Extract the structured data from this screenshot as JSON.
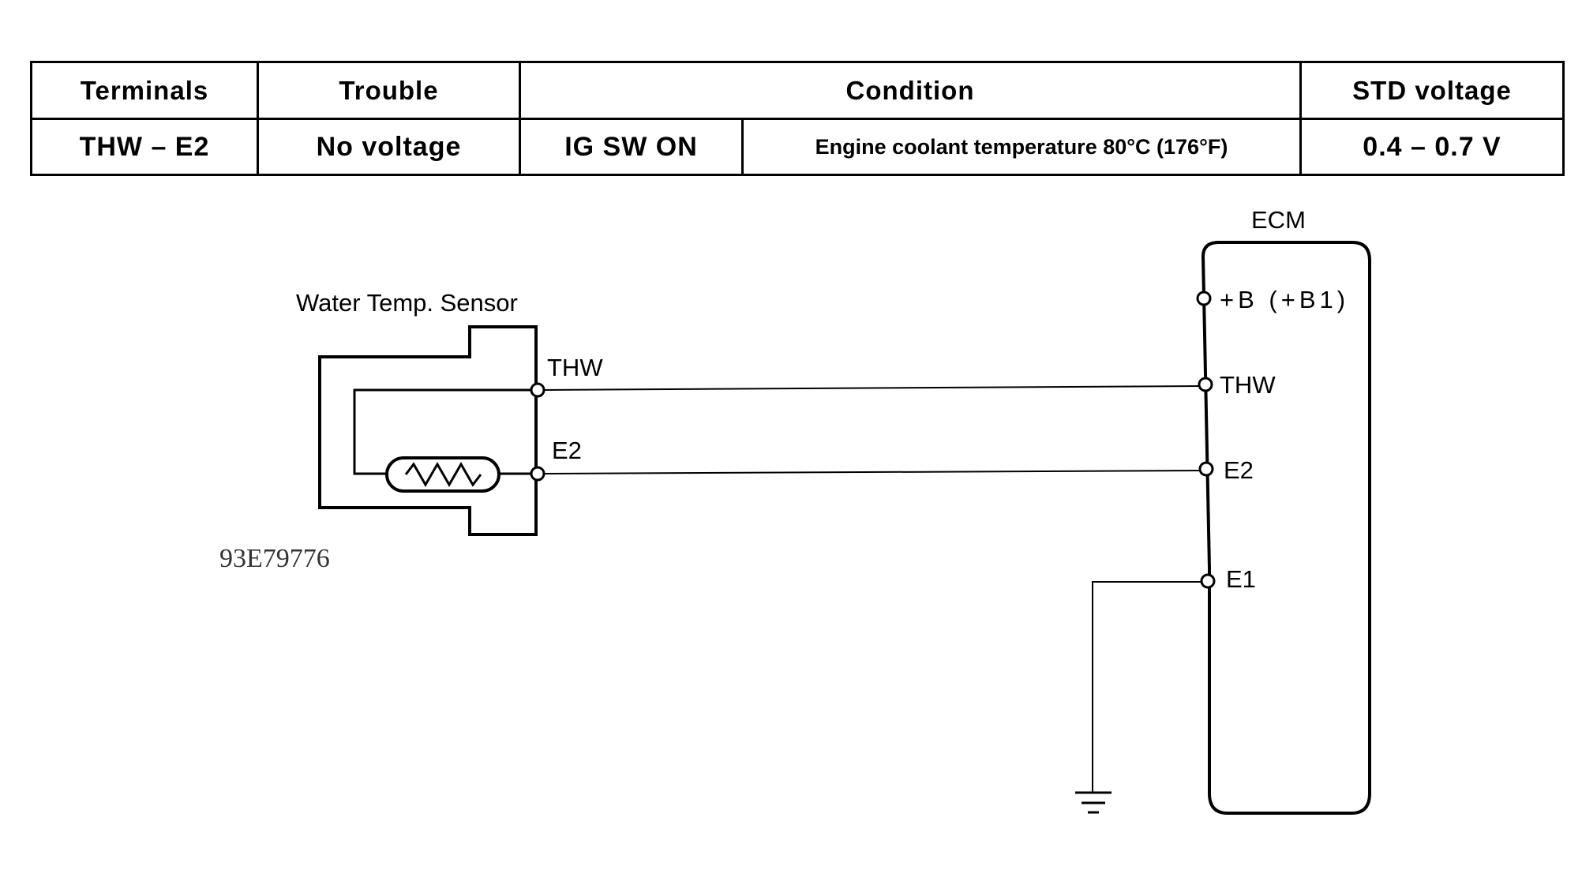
{
  "table": {
    "headers": {
      "terminals": "Terminals",
      "trouble": "Trouble",
      "condition": "Condition",
      "std_voltage": "STD voltage"
    },
    "row": {
      "terminals": "THW – E2",
      "trouble": "No voltage",
      "condition_switch": "IG SW ON",
      "condition_detail": "Engine coolant temperature 80°C (176°F)",
      "std_voltage": "0.4 – 0.7 V"
    }
  },
  "diagram": {
    "sensor_title": "Water Temp. Sensor",
    "sensor_terminals": {
      "thw": "THW",
      "e2": "E2"
    },
    "ecm_title": "ECM",
    "ecm_terminals": {
      "b": "+B (+B1)",
      "thw": "THW",
      "e2": "E2",
      "e1": "E1"
    },
    "reference_code": "93E79776"
  }
}
